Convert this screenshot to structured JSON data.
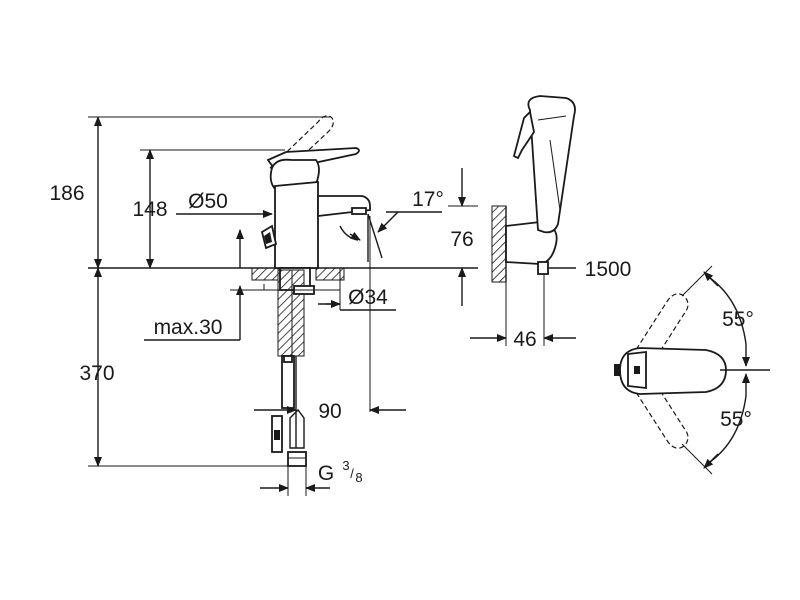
{
  "dimensions": {
    "overall_height": "186",
    "spout_height": "148",
    "body_diameter": "Ø50",
    "spout_angle": "17°",
    "spout_reach_height": "76",
    "hose_length": "1500",
    "mount_hole_diameter": "Ø34",
    "max_thickness": "max.30",
    "below_counter_length": "370",
    "hose_offset": "90",
    "wall_depth": "46",
    "lever_angle_top": "55°",
    "lever_angle_bottom": "55°",
    "thread_prefix": "G",
    "thread_num": "3",
    "thread_den": "8"
  },
  "colors": {
    "ink": "#1a1a1a",
    "background": "#ffffff"
  }
}
